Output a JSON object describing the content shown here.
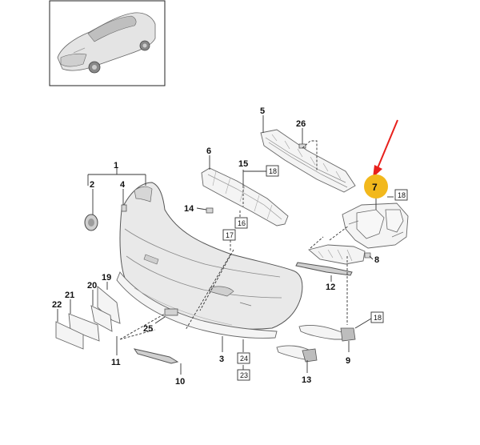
{
  "inset": {
    "caption": ""
  },
  "callouts": [
    {
      "id": "c1",
      "text": "1"
    },
    {
      "id": "c2",
      "text": "2"
    },
    {
      "id": "c3",
      "text": "3"
    },
    {
      "id": "c4",
      "text": "4"
    },
    {
      "id": "c5",
      "text": "5"
    },
    {
      "id": "c6",
      "text": "6"
    },
    {
      "id": "c7",
      "text": "7"
    },
    {
      "id": "c8",
      "text": "8"
    },
    {
      "id": "c9",
      "text": "9"
    },
    {
      "id": "c10",
      "text": "10"
    },
    {
      "id": "c11",
      "text": "11"
    },
    {
      "id": "c12",
      "text": "12"
    },
    {
      "id": "c13",
      "text": "13"
    },
    {
      "id": "c14",
      "text": "14"
    },
    {
      "id": "c15",
      "text": "15"
    },
    {
      "id": "c19",
      "text": "19"
    },
    {
      "id": "c20",
      "text": "20"
    },
    {
      "id": "c21",
      "text": "21"
    },
    {
      "id": "c22",
      "text": "22"
    },
    {
      "id": "c25",
      "text": "25"
    },
    {
      "id": "c26",
      "text": "26"
    }
  ],
  "boxed_callouts": [
    {
      "id": "b18a",
      "text": "18"
    },
    {
      "id": "b18b",
      "text": "18"
    },
    {
      "id": "b18c",
      "text": "18"
    },
    {
      "id": "b16",
      "text": "16"
    },
    {
      "id": "b17",
      "text": "17"
    },
    {
      "id": "b24",
      "text": "24"
    },
    {
      "id": "b23",
      "text": "23"
    }
  ],
  "highlight": {
    "part": "7",
    "marker_color": "#f2b81c",
    "arrow_color": "#e8201c"
  }
}
